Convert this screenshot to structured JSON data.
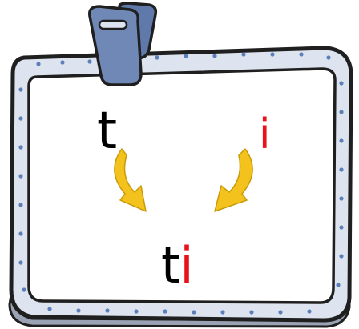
{
  "card": {
    "consonant": "t",
    "vowel": "i",
    "syllable_consonant": "t",
    "syllable_vowel": "i"
  },
  "colors": {
    "consonant": "#000000",
    "vowel": "#e8121c",
    "frame_border": "#1f1f1f",
    "frame_fill": "#dde3ef",
    "frame_dots": "#5b7fb8",
    "clip": "#7088b5",
    "arrow": "#f3c21c"
  },
  "icons": {
    "clip": "binder-clip-icon",
    "left_arrow": "curved-arrow-down-right-icon",
    "right_arrow": "curved-arrow-down-left-icon"
  }
}
